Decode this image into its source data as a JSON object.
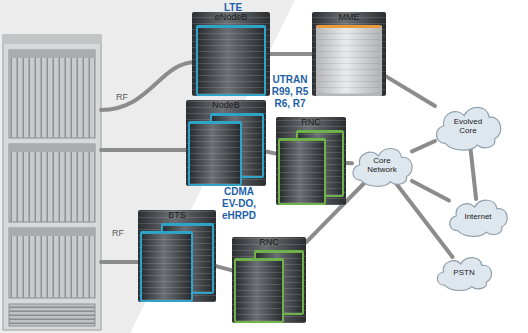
{
  "diagram": {
    "nodes": [
      {
        "text": [
          "eNodeB"
        ]
      },
      {
        "text": [
          "MME"
        ]
      },
      {
        "text": [
          "NodeB"
        ]
      },
      {
        "text": [
          "RNC"
        ]
      },
      {
        "text": [
          "Evolved Core"
        ]
      },
      {
        "text": [
          "Core Network"
        ]
      },
      {
        "text": [
          "Internet"
        ]
      },
      {
        "text": [
          "BTS"
        ]
      },
      {
        "text": [
          "RNC"
        ]
      },
      {
        "text": [
          "PSTN"
        ]
      }
    ],
    "edges": [
      {
        "from": 0,
        "to": 1,
        "arrow": "none"
      },
      {
        "from": 1,
        "to": 4,
        "arrow": "none"
      },
      {
        "from": 2,
        "to": 3,
        "arrow": "none"
      },
      {
        "from": 3,
        "to": 5,
        "arrow": "none"
      },
      {
        "from": 5,
        "to": 4,
        "arrow": "none"
      },
      {
        "from": 4,
        "to": 6,
        "arrow": "none"
      },
      {
        "from": 5,
        "to": 6,
        "arrow": "none"
      },
      {
        "from": 7,
        "to": 8,
        "arrow": "none"
      },
      {
        "from": 8,
        "to": 5,
        "arrow": "none"
      },
      {
        "from": 5,
        "to": 9,
        "arrow": "none"
      }
    ],
    "labels": [
      "LTE",
      "UTRAN R99, R5 R6, R7",
      "RF",
      "CDMA EV-DO, eHRPD",
      "RF"
    ]
  }
}
